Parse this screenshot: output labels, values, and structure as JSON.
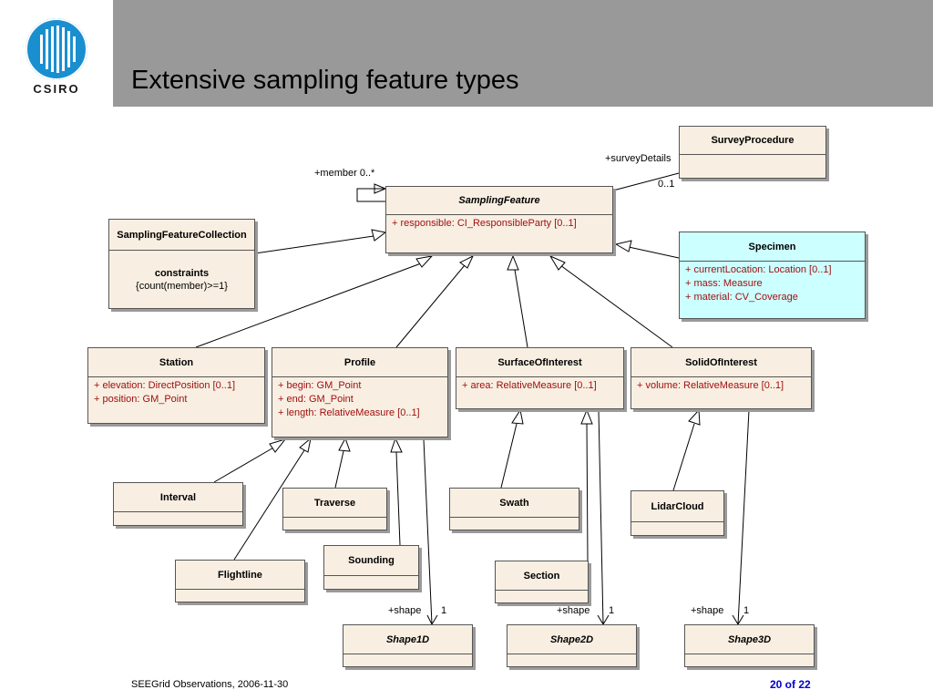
{
  "slide": {
    "title": "Extensive sampling feature types",
    "logo": "CSIRO",
    "footer": "SEEGrid Observations, 2006-11-30",
    "page_num": "20 of  22"
  },
  "classes": {
    "survey_procedure": {
      "name": "SurveyProcedure"
    },
    "sampling_feature": {
      "name": "SamplingFeature",
      "attrs": [
        "+   responsible:  CI_ResponsibleParty [0..1]"
      ]
    },
    "collection": {
      "name": "SamplingFeatureCollection",
      "constraints_title": "constraints",
      "constraint": "{count(member)>=1}"
    },
    "specimen": {
      "name": "Specimen",
      "attrs": [
        "+   currentLocation:  Location [0..1]",
        "+   mass:  Measure",
        "+   material:  CV_Coverage"
      ]
    },
    "station": {
      "name": "Station",
      "attrs": [
        "+   elevation:  DirectPosition [0..1]",
        "+   position:  GM_Point"
      ]
    },
    "profile": {
      "name": "Profile",
      "attrs": [
        "+   begin:  GM_Point",
        "+   end:  GM_Point",
        "+   length:  RelativeMeasure [0..1]"
      ]
    },
    "surface": {
      "name": "SurfaceOfInterest",
      "attrs": [
        "+   area:  RelativeMeasure [0..1]"
      ]
    },
    "solid": {
      "name": "SolidOfInterest",
      "attrs": [
        "+   volume:  RelativeMeasure [0..1]"
      ]
    },
    "interval": {
      "name": "Interval"
    },
    "traverse": {
      "name": "Traverse"
    },
    "swath": {
      "name": "Swath"
    },
    "lidar": {
      "name": "LidarCloud"
    },
    "flightline": {
      "name": "Flightline"
    },
    "sounding": {
      "name": "Sounding"
    },
    "section": {
      "name": "Section"
    },
    "shape1d": {
      "name": "Shape1D"
    },
    "shape2d": {
      "name": "Shape2D"
    },
    "shape3d": {
      "name": "Shape3D"
    }
  },
  "labels": {
    "member": "+member 0..*",
    "survey_details": "+surveyDetails",
    "survey_mult": "0..1",
    "shape": "+shape",
    "one": "1"
  }
}
